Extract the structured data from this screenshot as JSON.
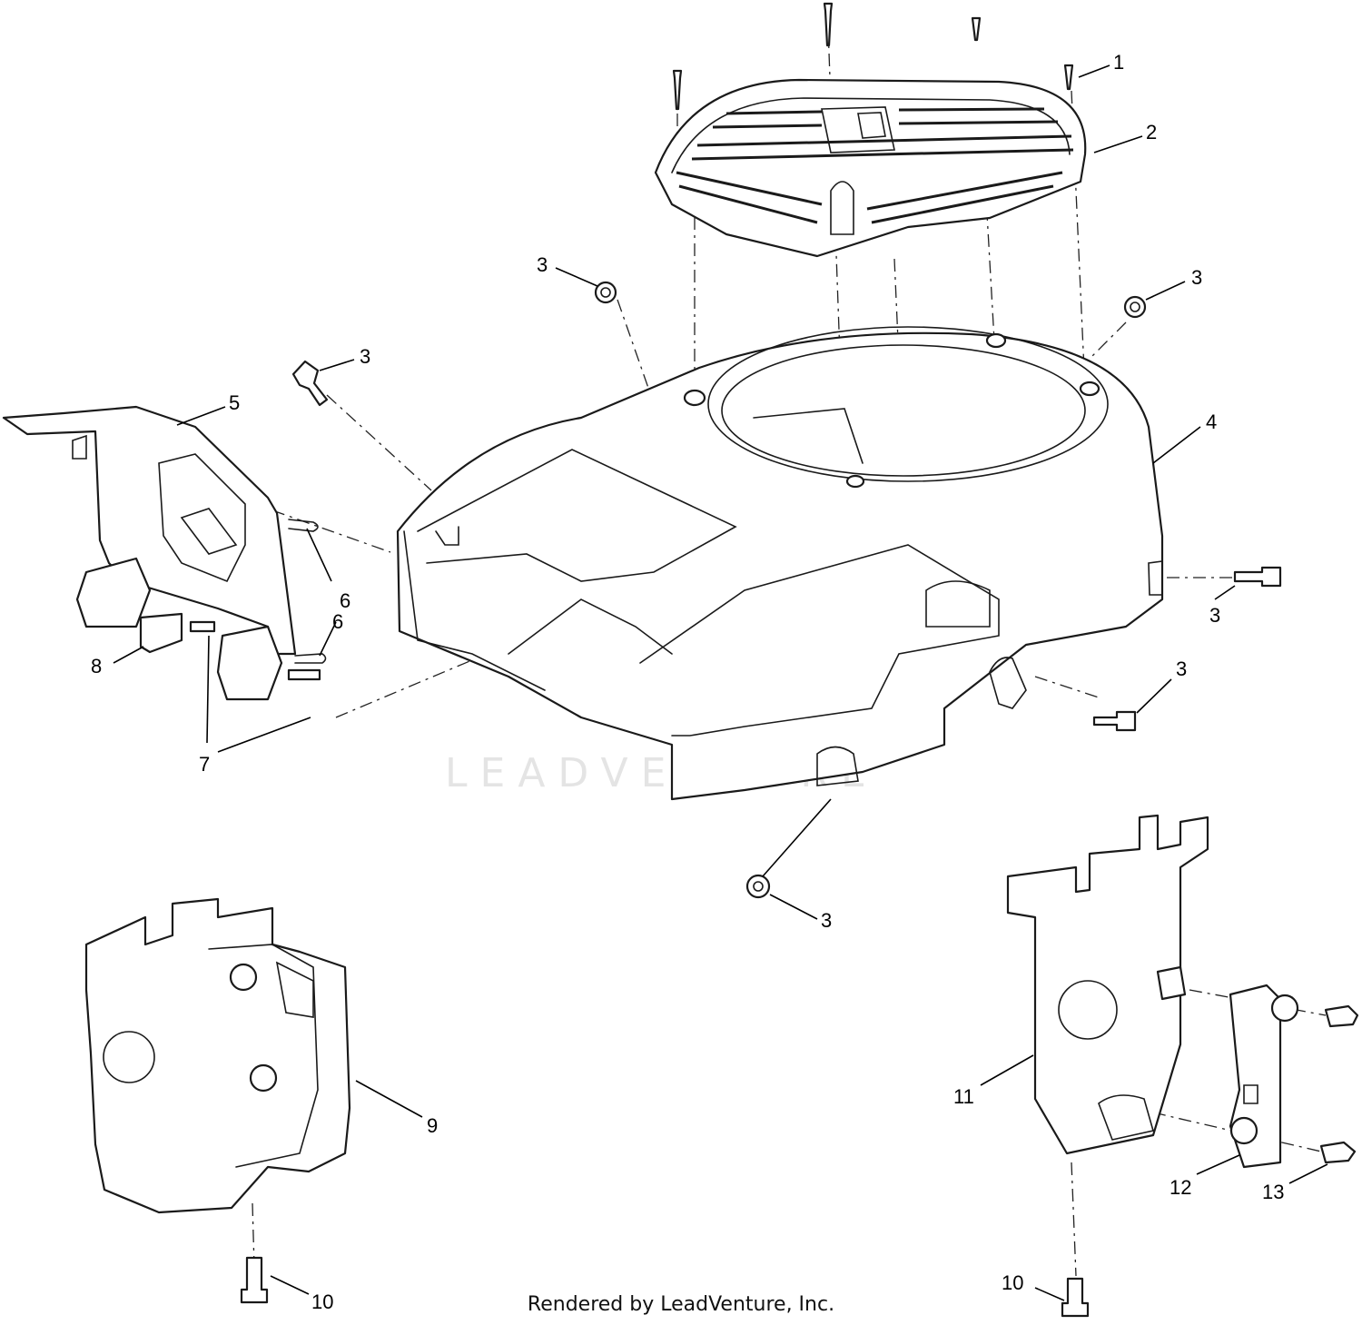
{
  "callouts": {
    "c1": "1",
    "c2": "2",
    "c3a": "3",
    "c3b": "3",
    "c3c": "3",
    "c3d": "3",
    "c3e": "3",
    "c3f": "3",
    "c4": "4",
    "c5": "5",
    "c6a": "6",
    "c6b": "6",
    "c7": "7",
    "c8": "8",
    "c9": "9",
    "c10a": "10",
    "c10b": "10",
    "c11": "11",
    "c12": "12",
    "c13": "13"
  },
  "watermark": {
    "text": "LEADVENTURE"
  },
  "footer": {
    "text": "Rendered by LeadVenture, Inc."
  },
  "colors": {
    "line": "#1a1a1a",
    "watermark": "#d9d9d9",
    "background": "#ffffff"
  }
}
